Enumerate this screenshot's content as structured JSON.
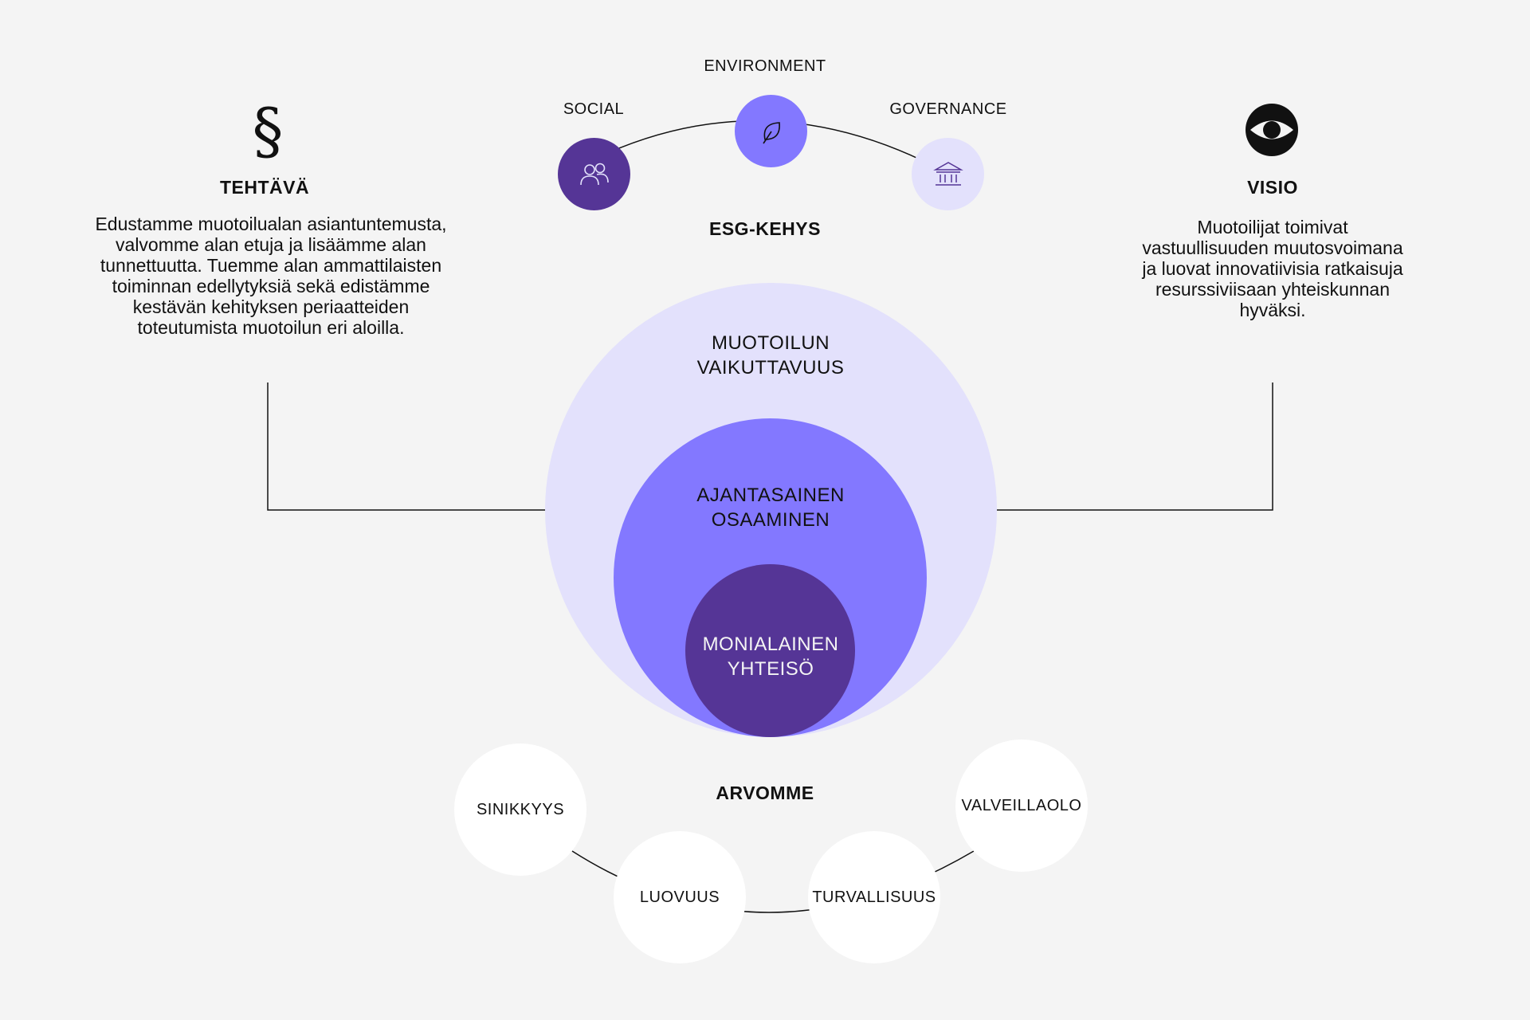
{
  "esg": {
    "title": "ESG-KEHYS",
    "social": "SOCIAL",
    "environment": "ENVIRONMENT",
    "governance": "GOVERNANCE"
  },
  "mission": {
    "title": "TEHTÄVÄ",
    "icon": "§",
    "lines": [
      "Edustamme muotoilualan asiantuntemusta,",
      "valvomme alan etuja ja lisäämme alan",
      "tunnettuutta. Tuemme alan ammattilaisten",
      "toiminnan edellytyksiä sekä edistämme",
      "kestävän kehityksen periaatteiden",
      "toteutumista muotoilun eri aloilla."
    ]
  },
  "vision": {
    "title": "VISIO",
    "lines": [
      "Muotoilijat toimivat",
      "vastuullisuuden muutosvoimana",
      "ja luovat innovatiivisia ratkaisuja",
      "resurssiviisaan yhteiskunnan",
      "hyväksi."
    ]
  },
  "rings": {
    "outer": [
      "MUOTOILUN",
      "VAIKUTTAVUUS"
    ],
    "middle": [
      "AJANTASAINEN",
      "OSAAMINEN"
    ],
    "inner": [
      "MONIALAINEN",
      "YHTEISÖ"
    ]
  },
  "values": {
    "title": "ARVOMME",
    "items": [
      "SINIKKYYS",
      "LUOVUUS",
      "TURVALLISUUS",
      "VALVEILLAOLO"
    ]
  },
  "colors": {
    "background": "#f4f4f4",
    "outer_ring": "#e3e1fc",
    "middle_ring": "#8378ff",
    "inner_ring": "#553596",
    "social": "#553596",
    "environment": "#8378ff",
    "governance": "#e3e1fc"
  },
  "icons": {
    "mission": "section-sign-icon",
    "vision": "eye-icon",
    "social": "people-icon",
    "environment": "leaf-icon",
    "governance": "institution-icon"
  }
}
